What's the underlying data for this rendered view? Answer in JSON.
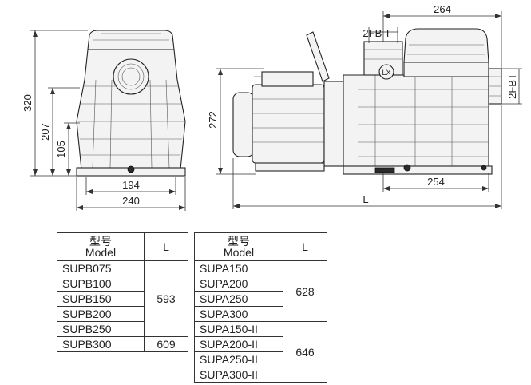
{
  "dimensions": {
    "front_height_320": "320",
    "front_height_207": "207",
    "front_height_105": "105",
    "front_width_194": "194",
    "front_width_240": "240",
    "side_height_272": "272",
    "side_width_264": "264",
    "side_inlet_top": "2FB T",
    "side_outlet_right": "2FBT",
    "side_width_254": "254",
    "side_length_L": "L",
    "logo_mark": "LX"
  },
  "table_b": {
    "header_model_cn": "型号",
    "header_model_en": "Model",
    "header_l": "L",
    "rows": [
      "SUPB075",
      "SUPB100",
      "SUPB150",
      "SUPB200",
      "SUPB250",
      "SUPB300"
    ],
    "group1_value": "593",
    "group2_value": "609"
  },
  "table_a": {
    "header_model_cn": "型号",
    "header_model_en": "Model",
    "header_l": "L",
    "rows": [
      "SUPA150",
      "SUPA200",
      "SUPA250",
      "SUPA300",
      "SUPA150-II",
      "SUPA200-II",
      "SUPA250-II",
      "SUPA300-II"
    ],
    "group1_value": "628",
    "group2_value": "646"
  }
}
